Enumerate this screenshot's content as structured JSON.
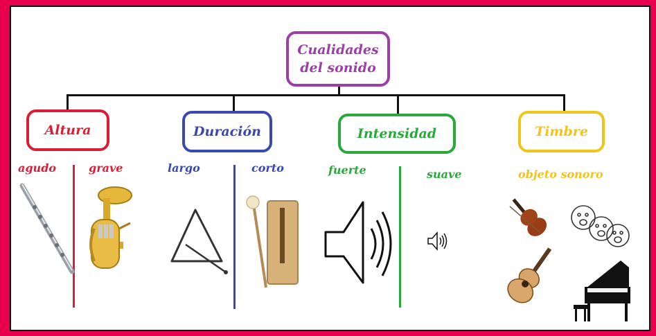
{
  "colors": {
    "border": "#e8004f",
    "root": "#9b3fa6",
    "altura": "#d81f35",
    "duracion": "#3a49b0",
    "intensidad": "#2aa83b",
    "timbre": "#f0c419",
    "connector": "#111111"
  },
  "root": {
    "line1": "Cualidades",
    "line2": "del sonido"
  },
  "categories": [
    {
      "key": "altura",
      "title": "Altura",
      "left": "agudo",
      "right": "grave"
    },
    {
      "key": "duracion",
      "title": "Duración",
      "left": "largo",
      "right": "corto"
    },
    {
      "key": "intensidad",
      "title": "Intensidad",
      "left": "fuerte",
      "right": "suave"
    },
    {
      "key": "timbre",
      "title": "Timbre",
      "single": "objeto sonoro"
    }
  ],
  "icons": [
    "flute-icon",
    "tuba-icon",
    "triangle-instrument-icon",
    "wood-block-icon",
    "loud-speaker-icon",
    "soft-speaker-icon",
    "violin-icon",
    "singing-faces-icon",
    "guitar-icon",
    "grand-piano-icon"
  ]
}
